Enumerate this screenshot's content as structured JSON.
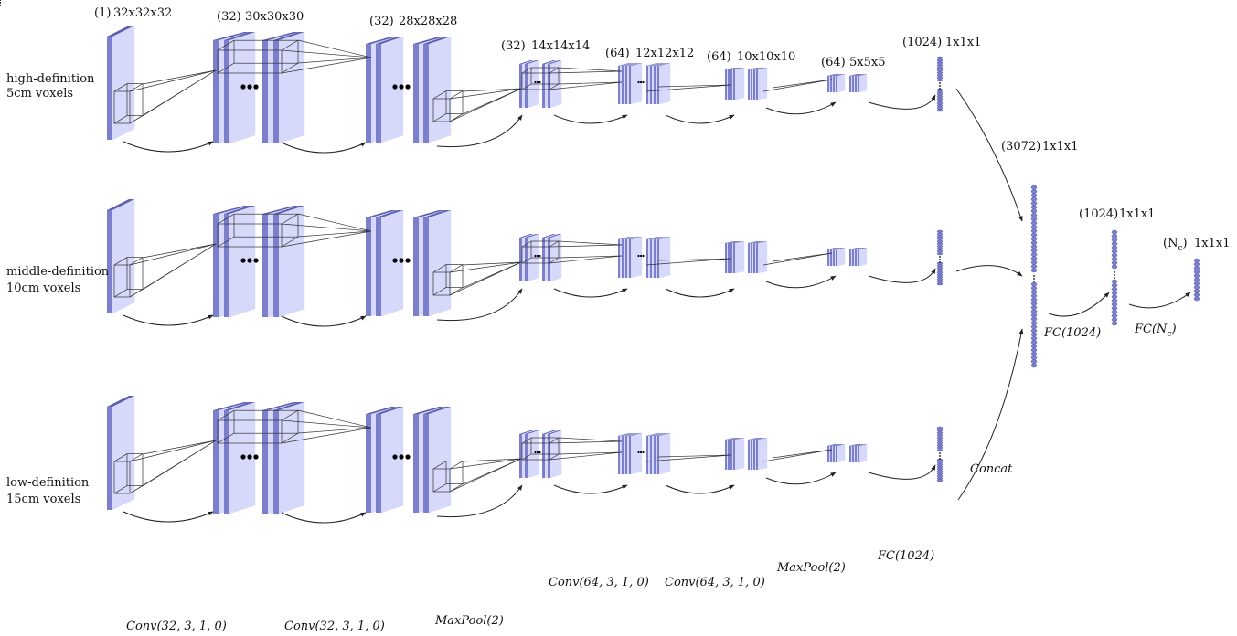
{
  "rows": [
    {
      "id": "high",
      "label_line1": "high-definition",
      "label_line2": "5cm voxels"
    },
    {
      "id": "middle",
      "label_line1": "middle-definition",
      "label_line2": "10cm voxels"
    },
    {
      "id": "low",
      "label_line1": "low-definition",
      "label_line2": "15cm voxels"
    }
  ],
  "stages": [
    {
      "ch": "(1)",
      "size": "32x32x32"
    },
    {
      "ch": "(32)",
      "size": "30x30x30"
    },
    {
      "ch": "(32)",
      "size": "28x28x28"
    },
    {
      "ch": "(32)",
      "size": "14x14x14"
    },
    {
      "ch": "(64)",
      "size": "12x12x12"
    },
    {
      "ch": "(64)",
      "size": "10x10x10"
    },
    {
      "ch": "(64)",
      "size": "5x5x5"
    },
    {
      "ch": "(1024)",
      "size": "1x1x1"
    }
  ],
  "head": [
    {
      "ch": "(3072)",
      "size": "1x1x1"
    },
    {
      "ch": "(1024)",
      "size": "1x1x1"
    },
    {
      "ch": "(N",
      "sub": "c",
      ")": ")",
      "size": "1x1x1"
    }
  ],
  "ops": {
    "conv1": "Conv(32, 3, 1, 0)",
    "conv2": "Conv(32, 3, 1, 0)",
    "pool1": "MaxPool(2)",
    "conv3": "Conv(64, 3, 1, 0)",
    "conv4": "Conv(64, 3, 1, 0)",
    "pool2": "MaxPool(2)",
    "fc1": "FC(1024)",
    "concat": "Concat",
    "fc2": "FC(1024)",
    "fc3": "FC(N",
    "fc3_sub": "c",
    "fc3_close": ")"
  },
  "colors": {
    "face": "#d7d9fb",
    "side": "#7b7fcc",
    "edge": "#5b5fae",
    "line": "#333333"
  }
}
